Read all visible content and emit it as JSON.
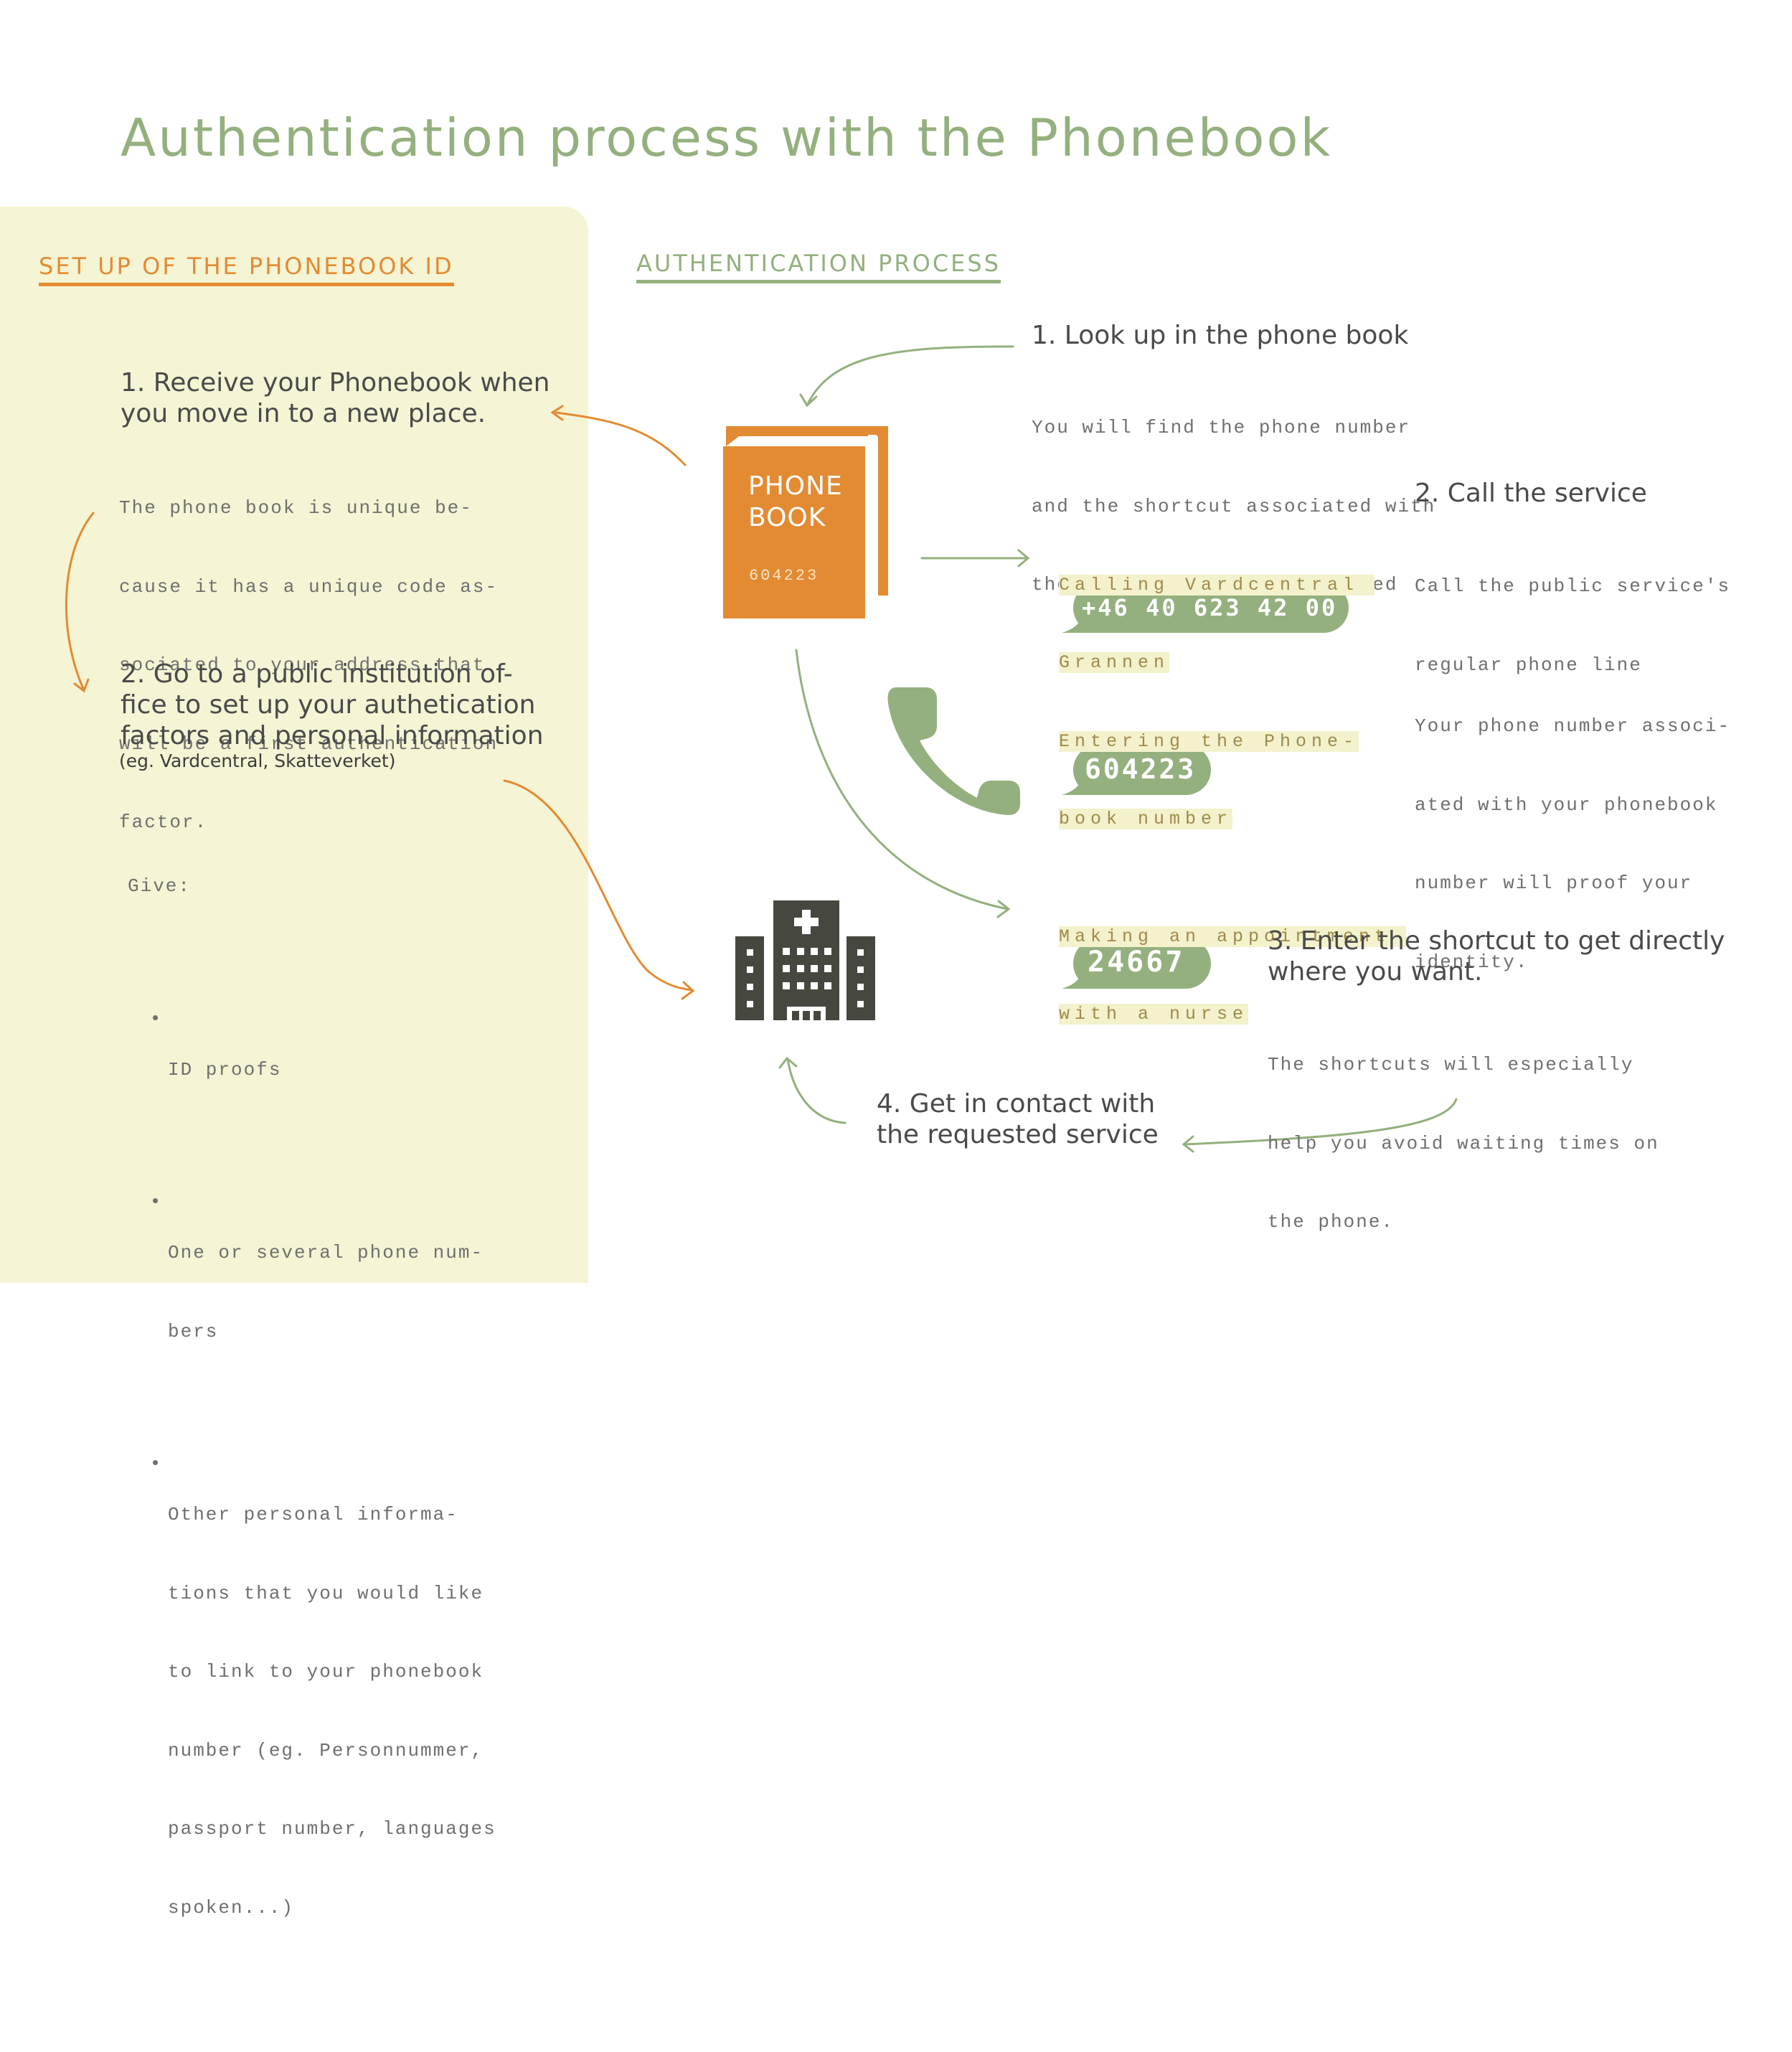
{
  "title": "Authentication process with the Phonebook",
  "setup": {
    "heading": "SET UP OF THE PHONEBOOK ID",
    "step1": {
      "title_line1": "1. Receive your Phonebook when",
      "title_line2": "you move in to a new place.",
      "body_lines": [
        "The phone book is unique be-",
        "cause it has a unique code as-",
        "sociated to your address that",
        "will be a first authentication",
        "factor."
      ]
    },
    "step2": {
      "title_line1": "2. Go to a public institution of-",
      "title_line2": "fice to set up  your authetication",
      "title_line3": "factors and personal information",
      "subtitle": "(eg. Vardcentral, Skatteverket)"
    },
    "give": {
      "label": "Give:",
      "items": [
        [
          "ID proofs"
        ],
        [
          "One or several phone num-",
          "bers"
        ],
        [
          "Other personal informa-",
          "tions that you would like",
          "to link to your phonebook",
          "number (eg. Personnummer,",
          "passport number, languages",
          "spoken...)"
        ]
      ]
    }
  },
  "auth": {
    "heading": "AUTHENTICATION PROCESS",
    "step1": {
      "title": "1. Look up in the phone book",
      "body_lines": [
        "You will find the phone number",
        "and the shortcut associated with",
        "the type of service requested"
      ]
    },
    "step2": {
      "title": "2. Call the service",
      "body_lines": [
        "Call the public service's",
        "regular phone line"
      ]
    },
    "identity_lines": [
      "Your phone number associ-",
      "ated with your phonebook",
      "number will proof your",
      "identity."
    ],
    "step3": {
      "title_line1": "3. Enter the shortcut to get directly",
      "title_line2": "where you want.",
      "body_lines": [
        "The shortcuts will especially",
        "help you avoid waiting times on",
        "the phone."
      ]
    },
    "step4": {
      "title_line1": "4. Get in contact with",
      "title_line2": "the requested service"
    }
  },
  "book": {
    "line1": "PHONE",
    "line2": "BOOK",
    "number": "604223"
  },
  "bubbles": {
    "calling": {
      "label_lines": [
        "Calling Vardcentral ",
        "Grannen"
      ],
      "value": "+46 40 623 42 00"
    },
    "entering": {
      "label_lines": [
        "Entering the Phone-",
        "book number"
      ],
      "value": "604223"
    },
    "appointment": {
      "label_lines": [
        "Making an appointment ",
        "with a nurse"
      ],
      "value": "24667"
    }
  },
  "colors": {
    "green": "#94b07e",
    "orange": "#e38b33",
    "panel": "#f5f4d4",
    "building": "#46473f"
  },
  "icons": [
    "phone-book-icon",
    "phone-handset-icon",
    "hospital-building-icon"
  ]
}
